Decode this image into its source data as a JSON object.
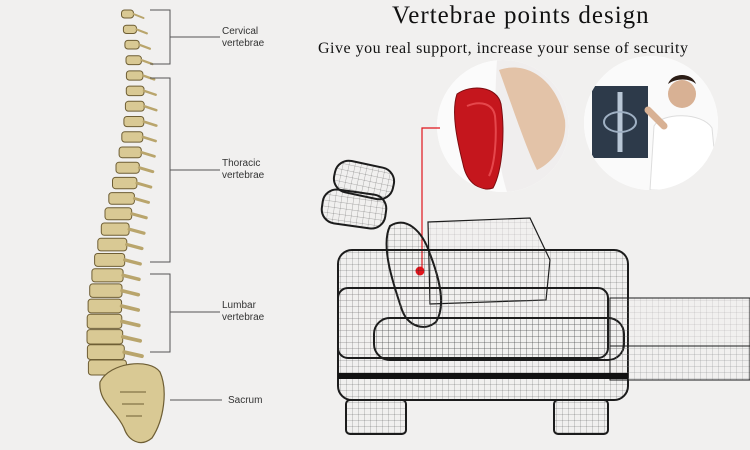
{
  "heading": {
    "title": "Vertebrae points design",
    "subtitle": "Give you real support, increase your sense of security"
  },
  "spine_labels": {
    "cervical": "Cervical\nvertebrae",
    "thoracic": "Thoracic\nvertebrae",
    "lumbar": "Lumbar\nvertebrae",
    "sacrum": "Sacrum"
  },
  "colors": {
    "background": "#f1f0ef",
    "bone": "#d9c994",
    "bone_shadow": "#6e5e34",
    "cushion_red": "#c5161d",
    "marker_red": "#e0141b",
    "wireframe": "#2a2a2a"
  },
  "icons": {
    "spine": "spine-illustration",
    "sofa": "wireframe-sofa",
    "cushion_photo": "lumbar-cushion-photo",
    "doctor_photo": "doctor-xray-photo"
  }
}
